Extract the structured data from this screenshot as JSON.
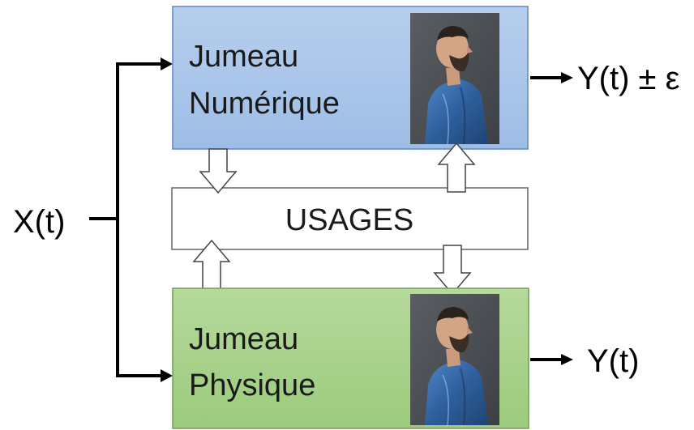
{
  "input": {
    "label": "X(t)"
  },
  "digital_twin": {
    "line1": "Jumeau",
    "line2": "Numérique",
    "output": "Y(t) ± ε",
    "fill": "#a9c4e6",
    "stroke": "#5e87bf"
  },
  "usages": {
    "label": "USAGES"
  },
  "physical_twin": {
    "line1": "Jumeau",
    "line2": "Physique",
    "output": "Y(t)",
    "fill": "#a8d08d",
    "stroke": "#6f9f54"
  },
  "photo": {
    "icon": "portrait-man-profile-photo"
  }
}
